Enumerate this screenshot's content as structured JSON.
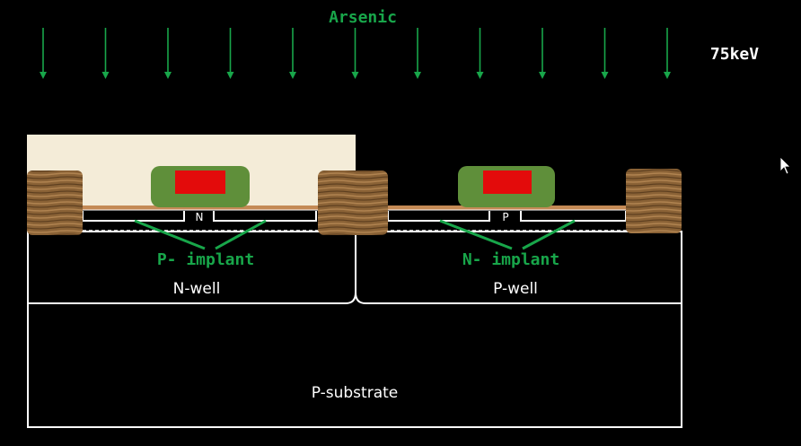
{
  "ion_species": "Arsenic",
  "energy": "75keV",
  "implant_labels": {
    "left": "P- implant",
    "right": "N- implant"
  },
  "terminal_labels": {
    "left": "N",
    "right": "P"
  },
  "region_labels": {
    "nwell": "N-well",
    "pwell": "P-well",
    "substrate": "P-substrate"
  },
  "colors": {
    "background": "#000000",
    "ion_arrows": "#18a64a",
    "photoresist": "#f4ecd8",
    "spacer": "#5f8f3a",
    "gate": "#e30b0b",
    "oxide_isolation": "#8a6236",
    "outline": "#ffffff"
  }
}
